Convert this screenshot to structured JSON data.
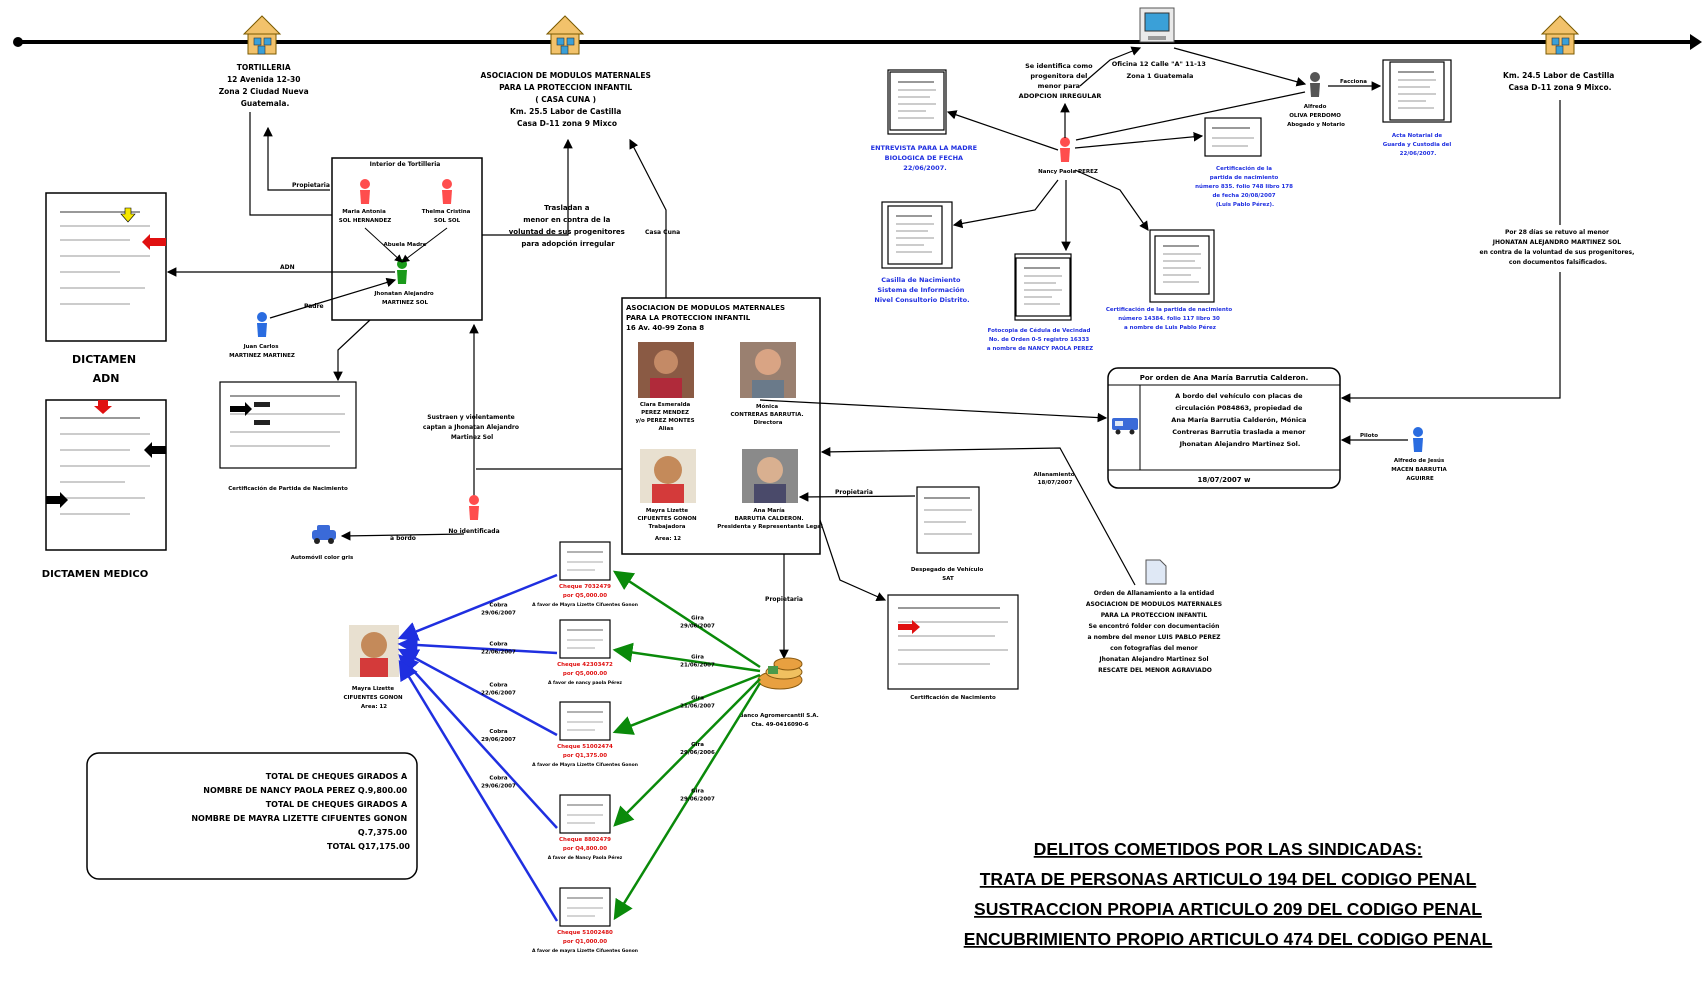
{
  "timeline": {
    "tortilleria": [
      "TORTILLERIA",
      "12 Avenida 12-30",
      "Zona 2 Ciudad Nueva",
      "Guatemala."
    ],
    "casa_cuna": [
      "ASOCIACION DE MODULOS MATERNALES",
      "PARA LA PROTECCION INFANTIL",
      "( CASA CUNA )",
      "Km. 25.5 Labor de Castilla",
      "Casa D-11 zona 9 Mixco"
    ],
    "oficina": [
      "Oficina 12 Calle \"A\" 11-13",
      "Zona 1 Guatemala"
    ],
    "km_right": [
      "Km. 24.5 Labor de Castilla",
      "Casa D-11 zona 9 Mixco."
    ]
  },
  "interior": {
    "title": "Interior de Tortilleria",
    "maria": [
      "Maria Antonia",
      "SOL HERNANDEZ"
    ],
    "thelma": [
      "Thelma Cristina",
      "SOL SOL"
    ],
    "abuela": "Abuela Madre",
    "jhonatan": [
      "Jhonatan Alejandro",
      "MARTINEZ SOL"
    ],
    "propietaria": "Propietaria",
    "padre": "Padre",
    "adn_label": "ADN",
    "juan": [
      "Juan Carlos",
      "MARTINEZ MARTINEZ"
    ]
  },
  "dictamen_adn": [
    "DICTAMEN",
    "ADN"
  ],
  "dictamen_medico": "DICTAMEN MEDICO",
  "traslado": [
    "Trasladan a",
    "menor en contra de la",
    "voluntad de sus progenitores",
    "para adopción irregular"
  ],
  "casa_cuna_link": "Casa Cuna",
  "cert_partida": "Certificación de Partida de Nacimiento",
  "sustraen": [
    "Sustraen y violentamente",
    "captan a Jhonatan Alejandro",
    "Martinez Sol"
  ],
  "no_identificada": "No identificada",
  "a_bordo": "a bordo",
  "automovil": "Automóvil color gris",
  "asociacion": {
    "title": [
      "ASOCIACION DE MODULOS MATERNALES",
      "PARA LA PROTECCION INFANTIL",
      "16 Av. 40-99 Zona 8"
    ],
    "clara": [
      "Clara Esmeralda",
      "PEREZ MENDEZ",
      "y/o PEREZ MONTES",
      "Alias"
    ],
    "monica": [
      "Mónica",
      "CONTRERAS BARRUTIA.",
      "Directora"
    ],
    "mayra": [
      "Mayra Lizette",
      "CIFUENTES GONON",
      "Trabajadora",
      "Area: 12"
    ],
    "ana": [
      "Ana María",
      "BARRUTIA CALDERON.",
      "Presidenta y Representante Legal"
    ]
  },
  "propietaria_right": "Propietaria",
  "despegado": [
    "Despegado de Vehículo",
    "SAT"
  ],
  "cert_nacimiento": "Certificación de Nacimiento",
  "propietaria_down": "Propietaria",
  "allanamiento": [
    "Allanamiento",
    "18/07/2007"
  ],
  "orden": [
    "Orden de Allanamiento a la entidad",
    "ASOCIACION DE MODULOS MATERNALES",
    "PARA LA PROTECCION INFANTIL",
    "Se encontró folder con documentación",
    "a nombre del menor LUIS PABLO PEREZ",
    "con fotografías del menor",
    "Jhonatan Alejandro Martinez Sol",
    "RESCATE DEL MENOR AGRAVIADO"
  ],
  "nancy": {
    "identifica": [
      "Se identifica como",
      "progenitora del",
      "menor para",
      "ADOPCION IRREGULAR"
    ],
    "name": "Nancy Paola PEREZ",
    "entrevista": [
      "ENTREVISTA PARA LA MADRE",
      "BIOLOGICA DE FECHA",
      "22/06/2007."
    ],
    "cert1": [
      "Certificación de la",
      "partida de nacimiento",
      "número 835. folio 748 libro 178",
      "de fecha 20/08/2007",
      "(Luis Pablo Pérez)."
    ],
    "casilla": [
      "Casilla de Nacimiento",
      "Sistema de Información",
      "Nivel Consultorio Distrito."
    ],
    "fotocopia": [
      "Fotocopia de Cédula de Vecindad",
      "No. de Orden 0-5 registro 16333",
      "a nombre de NANCY PAOLA PEREZ"
    ],
    "cert2": [
      "Certificación de la partida de nacimiento",
      "número 14384. folio 117 libro 30",
      "a nombre de Luis Pablo Pérez"
    ]
  },
  "alfredo": {
    "name": [
      "Alfredo",
      "OLIVA PERDOMO",
      "Abogado y Notario"
    ],
    "faccionar": "Facciona",
    "acta": [
      "Acta Notarial de",
      "Guarda y Custodia del",
      "22/06/2007."
    ]
  },
  "retuvo": [
    "Por 28 días se retuvo al menor",
    "JHONATAN ALEJANDRO MARTINEZ SOL",
    "en contra de la voluntad de sus progenitores,",
    "con documentos falsificados."
  ],
  "orden_ana": {
    "header": "Por orden de Ana María Barrutia Calderon.",
    "body": [
      "A bordo del vehículo con placas de",
      "circulación P084863, propiedad de",
      "Ana María Barrutia Calderón, Mónica",
      "Contreras Barrutia traslada a menor",
      "Jhonatan Alejandro Martinez Sol."
    ],
    "date": "18/07/2007 w"
  },
  "piloto": "Piloto",
  "alfredo_jesus": [
    "Alfredo de Jesús",
    "MACEN BARRUTIA",
    "AGUIRRE"
  ],
  "mayra_bottom": [
    "Mayra Lizette",
    "CIFUENTES GONON",
    "Area: 12"
  ],
  "banco": [
    "Banco Agromercantil S.A.",
    "Cta. 49-0416090-6"
  ],
  "cheques": [
    {
      "num": "Cheque 7032479",
      "amt": "por Q5,000.00",
      "sub": "A favor de Mayra Lizette Cifuentes Gonon"
    },
    {
      "num": "Cheque 42303472",
      "amt": "por Q5,000.00",
      "sub": "A favor de nancy paola Pérez"
    },
    {
      "num": "Cheque 51002474",
      "amt": "por Q1,375.00",
      "sub": "A favor de Mayra Lizette Cifuentes Gonon"
    },
    {
      "num": "Cheque 8802479",
      "amt": "por Q4,800.00",
      "sub": "A favor de Nancy Paola Pérez"
    },
    {
      "num": "Cheque 51002480",
      "amt": "por Q1,000.00",
      "sub": "A favor de mayra Lizette Cifuentes Gonon"
    }
  ],
  "cobra_labels": [
    [
      "Cobra",
      "29/06/2007"
    ],
    [
      "Cobra",
      "22/06/2007"
    ],
    [
      "Cobra",
      "22/06/2007"
    ],
    [
      "Cobra",
      "29/06/2007"
    ],
    [
      "Cobra",
      "29/06/2007"
    ]
  ],
  "gira_labels": [
    [
      "Gira",
      "29/06/2007"
    ],
    [
      "Gira",
      "21/06/2007"
    ],
    [
      "Gira",
      "21/06/2007"
    ],
    [
      "Gira",
      "29/06/2006"
    ],
    [
      "Gira",
      "29/06/2007"
    ]
  ],
  "totales": [
    "TOTAL DE CHEQUES GIRADOS A",
    "NOMBRE DE NANCY PAOLA PEREZ Q.9,800.00",
    "TOTAL DE CHEQUES GIRADOS A",
    "NOMBRE DE MAYRA LIZETTE CIFUENTES GONON",
    "Q.7,375.00",
    "TOTAL Q17,175.00"
  ],
  "delitos": [
    "DELITOS COMETIDOS POR LAS SINDICADAS:",
    "TRATA DE PERSONAS ARTICULO 194 DEL CODIGO PENAL",
    "SUSTRACCION PROPIA ARTICULO 209 DEL CODIGO PENAL",
    "ENCUBRIMIENTO PROPIO ARTICULO 474 DEL CODIGO PENAL"
  ]
}
